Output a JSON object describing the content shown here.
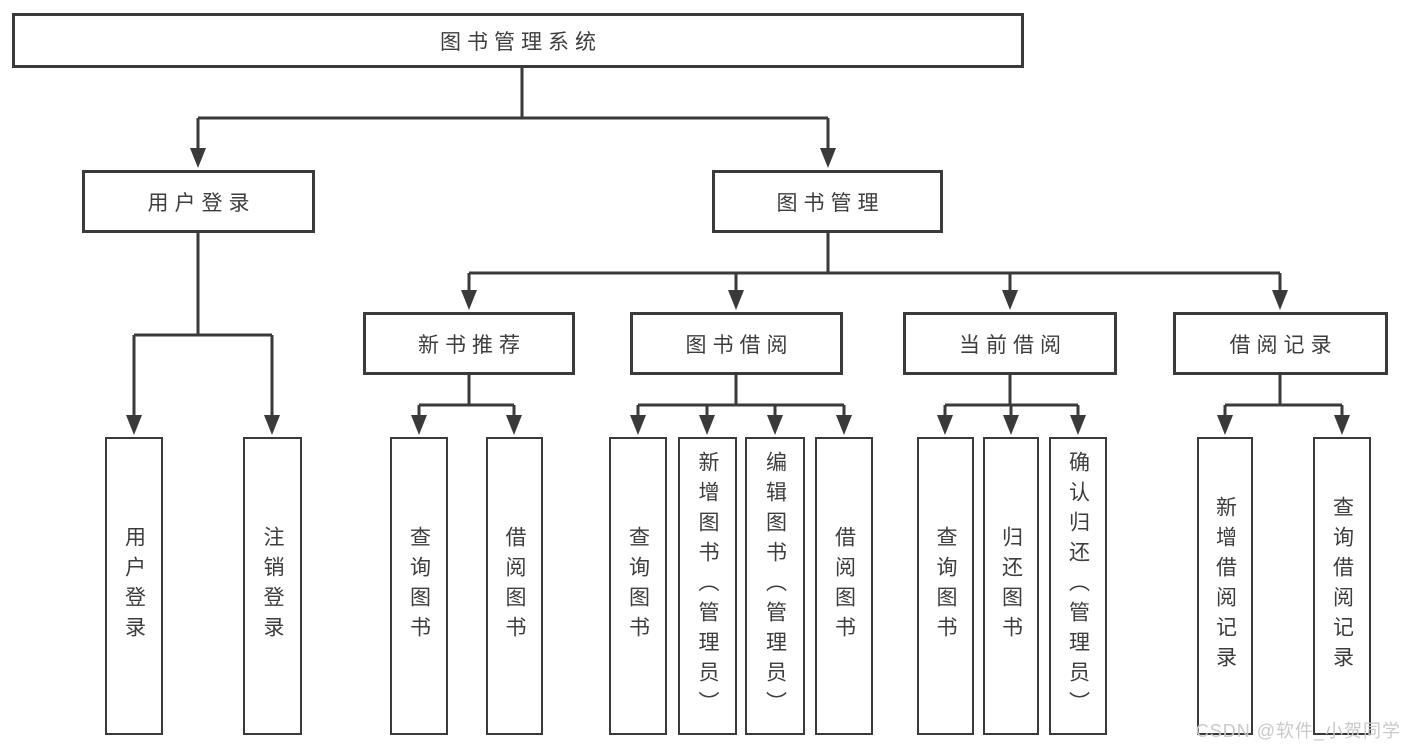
{
  "diagram": {
    "tree": {
      "label": "图书管理系统",
      "children": [
        {
          "label": "用户登录",
          "children": [
            {
              "label": "用户登录"
            },
            {
              "label": "注销登录"
            }
          ]
        },
        {
          "label": "图书管理",
          "children": [
            {
              "label": "新书推荐",
              "children": [
                {
                  "label": "查询图书"
                },
                {
                  "label": "借阅图书"
                }
              ]
            },
            {
              "label": "图书借阅",
              "children": [
                {
                  "label": "查询图书"
                },
                {
                  "label": "新增图书（管理员）"
                },
                {
                  "label": "编辑图书（管理员）"
                },
                {
                  "label": "借阅图书"
                }
              ]
            },
            {
              "label": "当前借阅",
              "children": [
                {
                  "label": "查询图书"
                },
                {
                  "label": "归还图书"
                },
                {
                  "label": "确认归还（管理员）"
                }
              ]
            },
            {
              "label": "借阅记录",
              "children": [
                {
                  "label": "新增借阅记录"
                },
                {
                  "label": "查询借阅记录"
                }
              ]
            }
          ]
        }
      ]
    }
  },
  "watermark": {
    "text": "CSDN @软件_小贺同学"
  },
  "colors": {
    "line": "#3a3a3a",
    "box_border": "#3a3a3a",
    "text": "#3d3d3d",
    "watermark": "#c9c9c9",
    "background": "#ffffff"
  }
}
